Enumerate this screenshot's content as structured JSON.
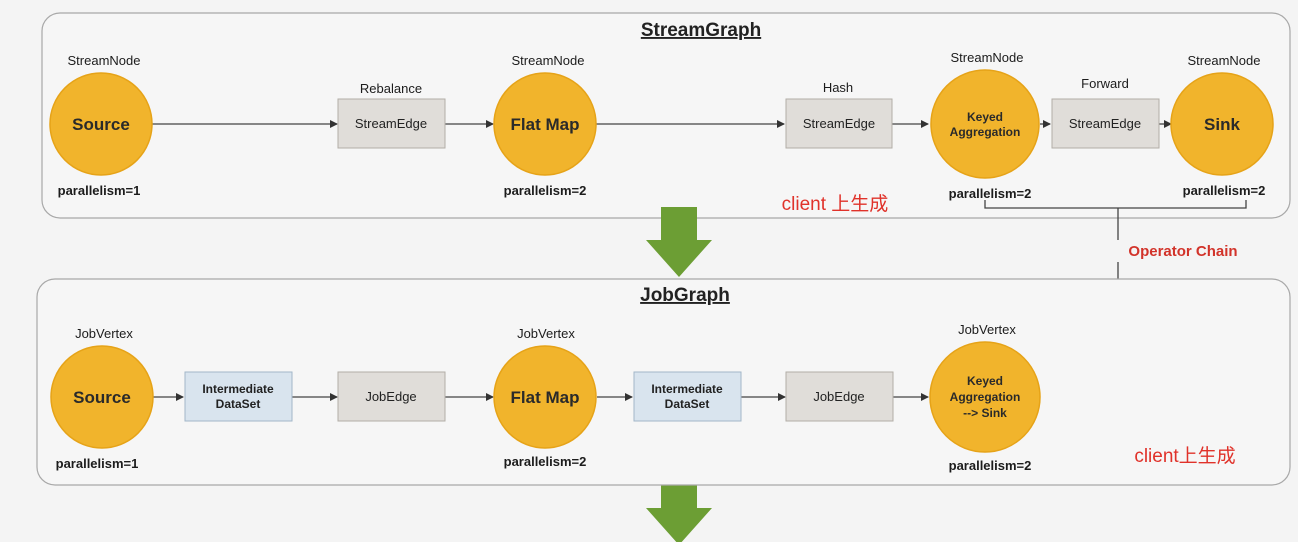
{
  "stream_graph": {
    "title": "StreamGraph",
    "nodes": {
      "source": {
        "type": "StreamNode",
        "label": "Source",
        "parallelism": "parallelism=1"
      },
      "flatmap": {
        "type": "StreamNode",
        "label": "Flat Map",
        "parallelism": "parallelism=2"
      },
      "keyed": {
        "type": "StreamNode",
        "label_lines": [
          "Keyed",
          "Aggregation"
        ],
        "parallelism": "parallelism=2"
      },
      "sink": {
        "type": "StreamNode",
        "label": "Sink",
        "parallelism": "parallelism=2"
      }
    },
    "edges": {
      "e1": {
        "partition": "Rebalance",
        "label": "StreamEdge"
      },
      "e2": {
        "partition": "Hash",
        "label": "StreamEdge"
      },
      "e3": {
        "partition": "Forward",
        "label": "StreamEdge"
      }
    },
    "note": "client 上生成"
  },
  "operator_chain": "Operator Chain",
  "job_graph": {
    "title": "JobGraph",
    "nodes": {
      "source": {
        "type": "JobVertex",
        "label": "Source",
        "parallelism": "parallelism=1"
      },
      "flatmap": {
        "type": "JobVertex",
        "label": "Flat Map",
        "parallelism": "parallelism=2"
      },
      "keyed": {
        "type": "JobVertex",
        "label_lines": [
          "Keyed",
          "Aggregation",
          "--> Sink"
        ],
        "parallelism": "parallelism=2"
      }
    },
    "datasets": {
      "d1": {
        "label_lines": [
          "Intermediate",
          "DataSet"
        ]
      },
      "d2": {
        "label_lines": [
          "Intermediate",
          "DataSet"
        ]
      }
    },
    "edges": {
      "j1": {
        "label": "JobEdge"
      },
      "j2": {
        "label": "JobEdge"
      }
    },
    "note": "client上生成"
  },
  "colors": {
    "node_fill": "#f1b42c",
    "edge_box": "#e0ddd9",
    "dataset_box": "#d9e4ee",
    "arrow_green": "#6c9e34",
    "note_red": "#e0322a"
  }
}
